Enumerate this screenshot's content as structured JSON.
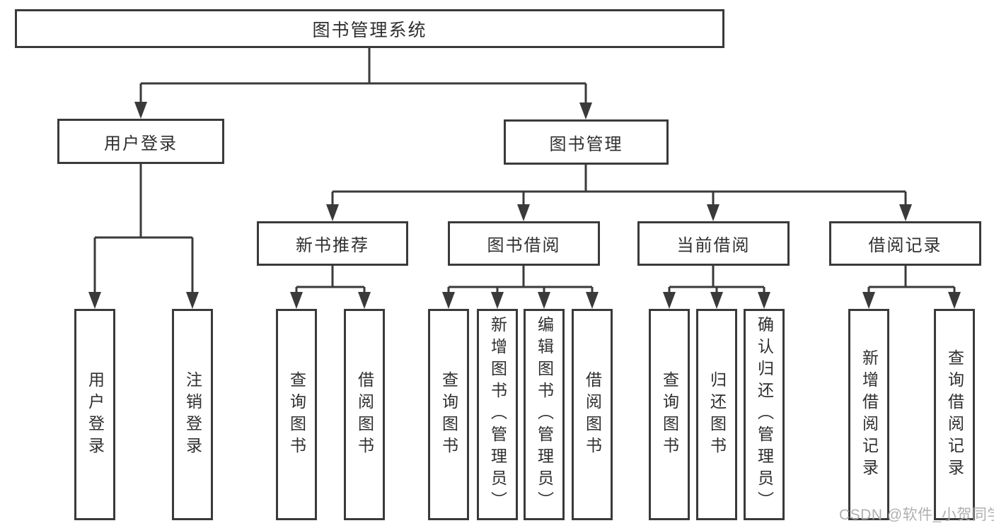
{
  "tree": {
    "label": "图书管理系统",
    "children": [
      {
        "label": "用户登录",
        "children": [
          {
            "label": "用户登录"
          },
          {
            "label": "注销登录"
          }
        ]
      },
      {
        "label": "图书管理",
        "children": [
          {
            "label": "新书推荐",
            "children": [
              {
                "label": "查询图书"
              },
              {
                "label": "借阅图书"
              }
            ]
          },
          {
            "label": "图书借阅",
            "children": [
              {
                "label": "查询图书"
              },
              {
                "label": "新增图书（管理员）"
              },
              {
                "label": "编辑图书（管理员）"
              },
              {
                "label": "借阅图书"
              }
            ]
          },
          {
            "label": "当前借阅",
            "children": [
              {
                "label": "查询图书"
              },
              {
                "label": "归还图书"
              },
              {
                "label": "确认归还（管理员）"
              }
            ]
          },
          {
            "label": "借阅记录",
            "children": [
              {
                "label": "新增借阅记录"
              },
              {
                "label": "查询借阅记录"
              }
            ]
          }
        ]
      }
    ]
  },
  "watermark": {
    "text": "CSDN @软件_小贺同学"
  },
  "colors": {
    "line": "#3a3a3a",
    "text": "#2f2f2f",
    "background": "#ffffff",
    "watermark": "#ababab"
  }
}
